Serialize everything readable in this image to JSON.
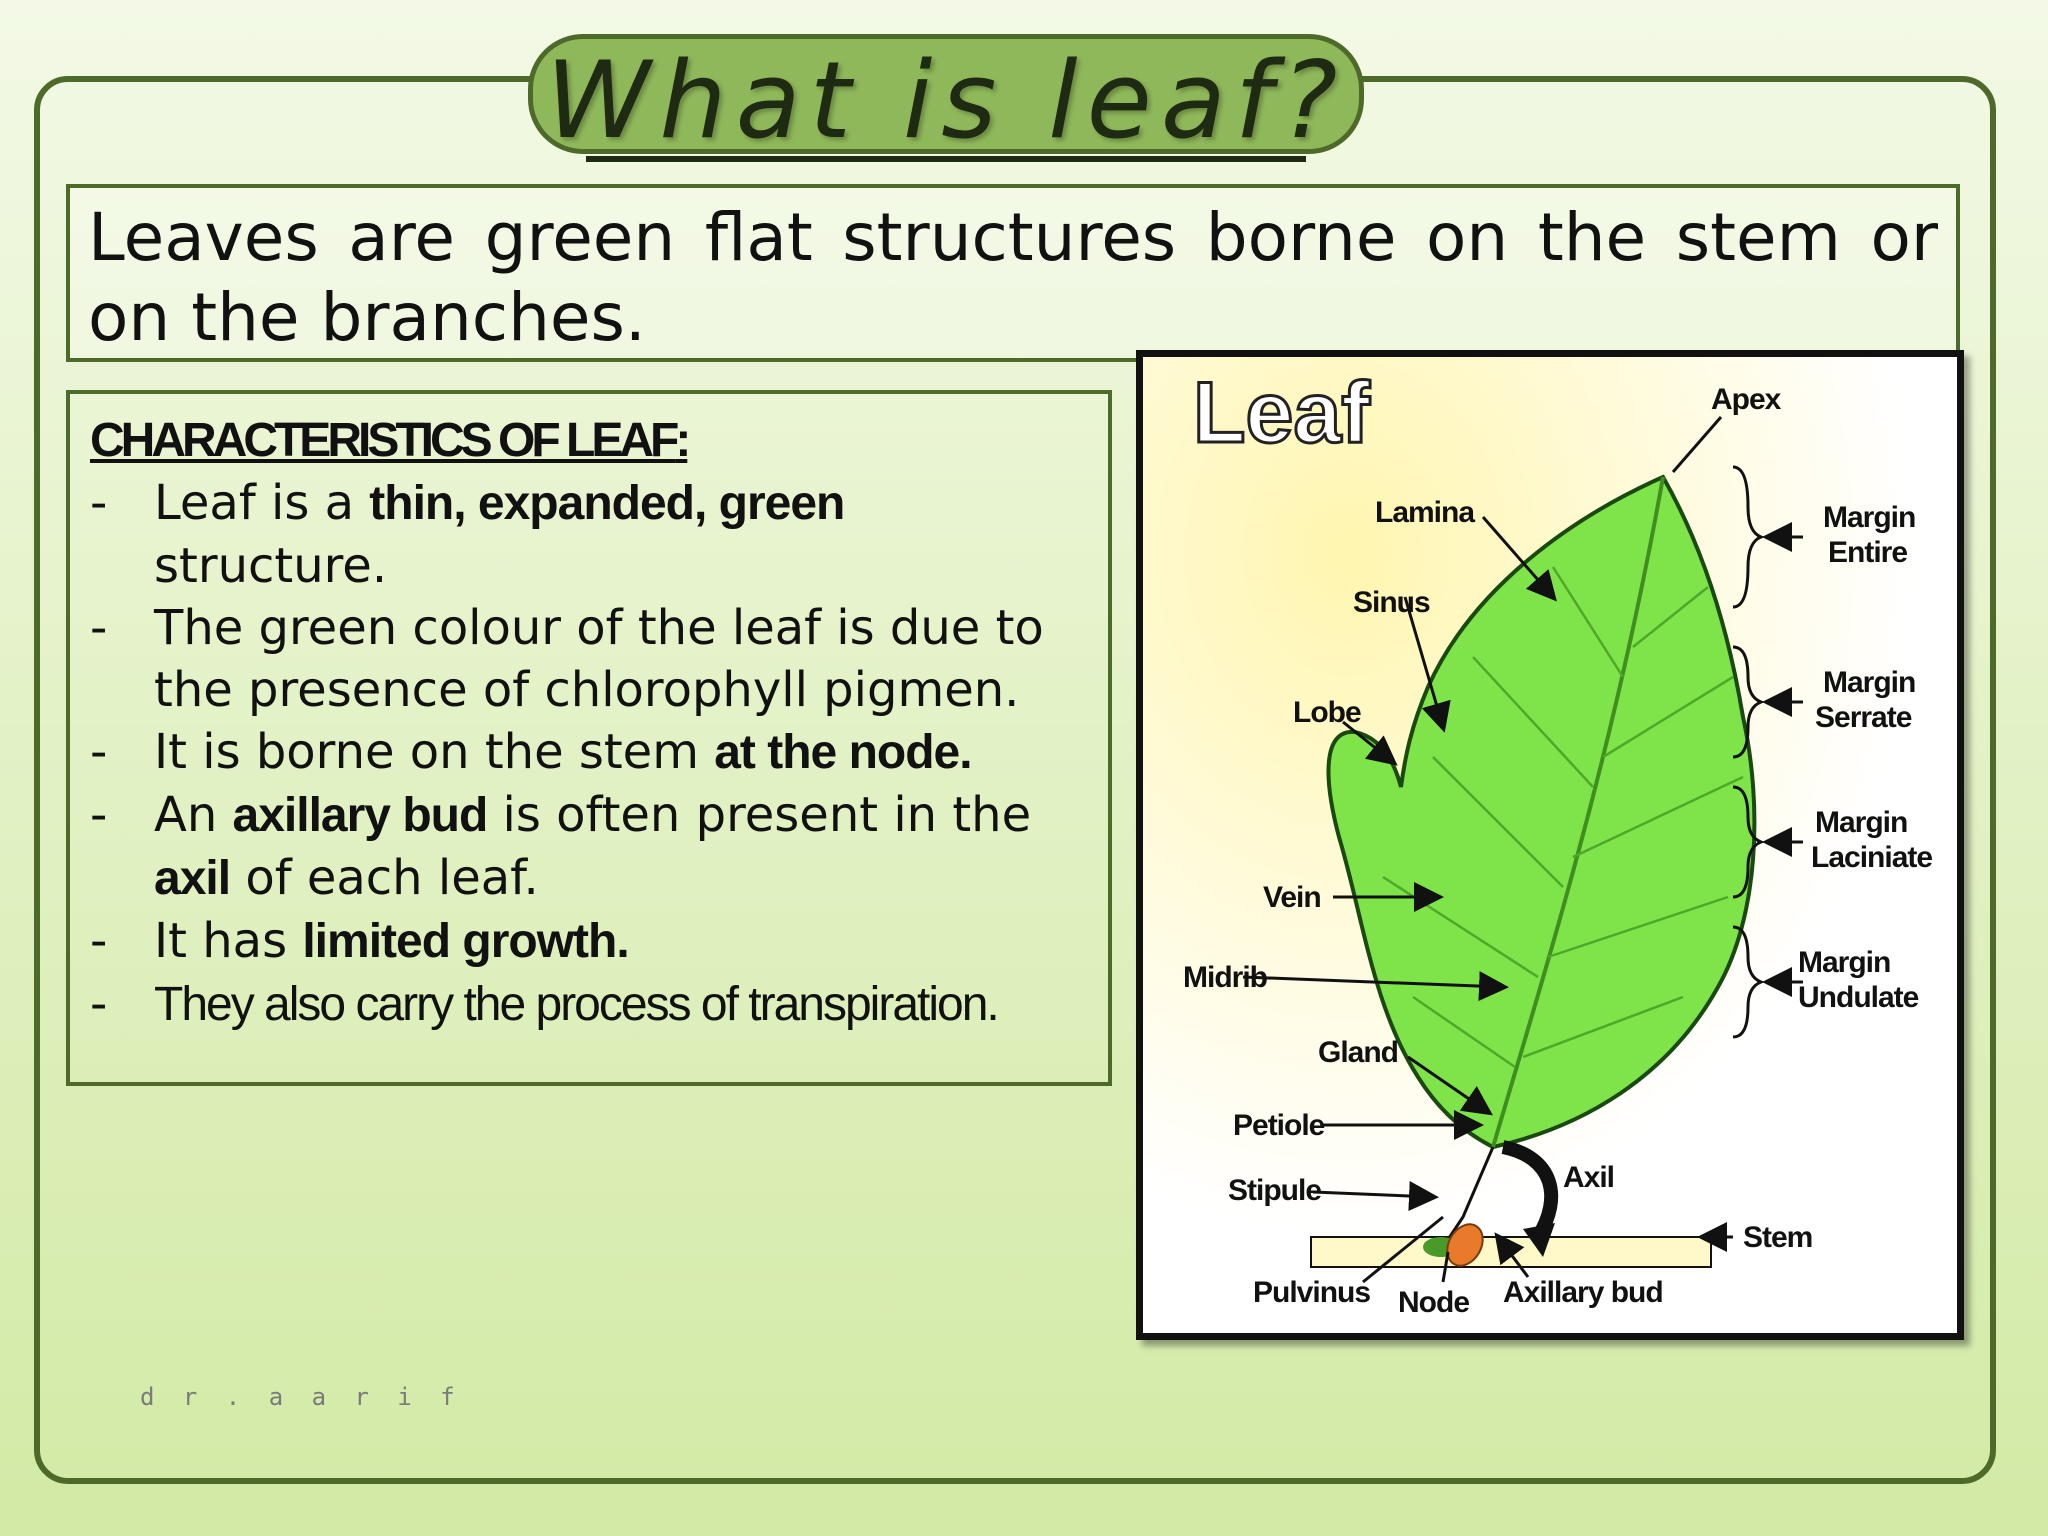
{
  "title": "What is leaf?",
  "definition": "Leaves are green flat structures borne on the stem or on the branches.",
  "characteristics": {
    "heading": "CHARACTERISTICS OF LEAF",
    "heading_suffix": ":",
    "items": [
      {
        "pre": "Leaf is a ",
        "bold": "thin, expanded, green",
        "post": " structure."
      },
      {
        "pre": "The green colour of the leaf is due to the presence of chlorophyll pigmen.",
        "bold": "",
        "post": ""
      },
      {
        "pre": " It is borne on the stem ",
        "bold": "at the node.",
        "post": ""
      },
      {
        "pre": "An ",
        "bold": "axillary bud",
        "post": " is often present in the "
      },
      {
        "pre": "",
        "bold": "axil",
        "post": " of each leaf."
      },
      {
        "pre": " It has ",
        "bold": "limited growth.",
        "post": ""
      },
      {
        "pre": "They also carry the process of transpiration.",
        "bold": "",
        "post": ""
      }
    ]
  },
  "diagram": {
    "heading": "Leaf",
    "labels": {
      "apex": "Apex",
      "lamina": "Lamina",
      "sinus": "Sinus",
      "lobe": "Lobe",
      "vein": "Vein",
      "midrib": "Midrib",
      "gland": "Gland",
      "petiole": "Petiole",
      "stipule": "Stipule",
      "pulvinus": "Pulvinus",
      "node": "Node",
      "axillary_bud": "Axillary bud",
      "axil": "Axil",
      "stem": "Stem",
      "margin": "Margin",
      "entire": "Entire",
      "serrate": "Serrate",
      "laciniate": "Laciniate",
      "undulate": "Undulate"
    }
  },
  "footer": "d r . a a r i f"
}
